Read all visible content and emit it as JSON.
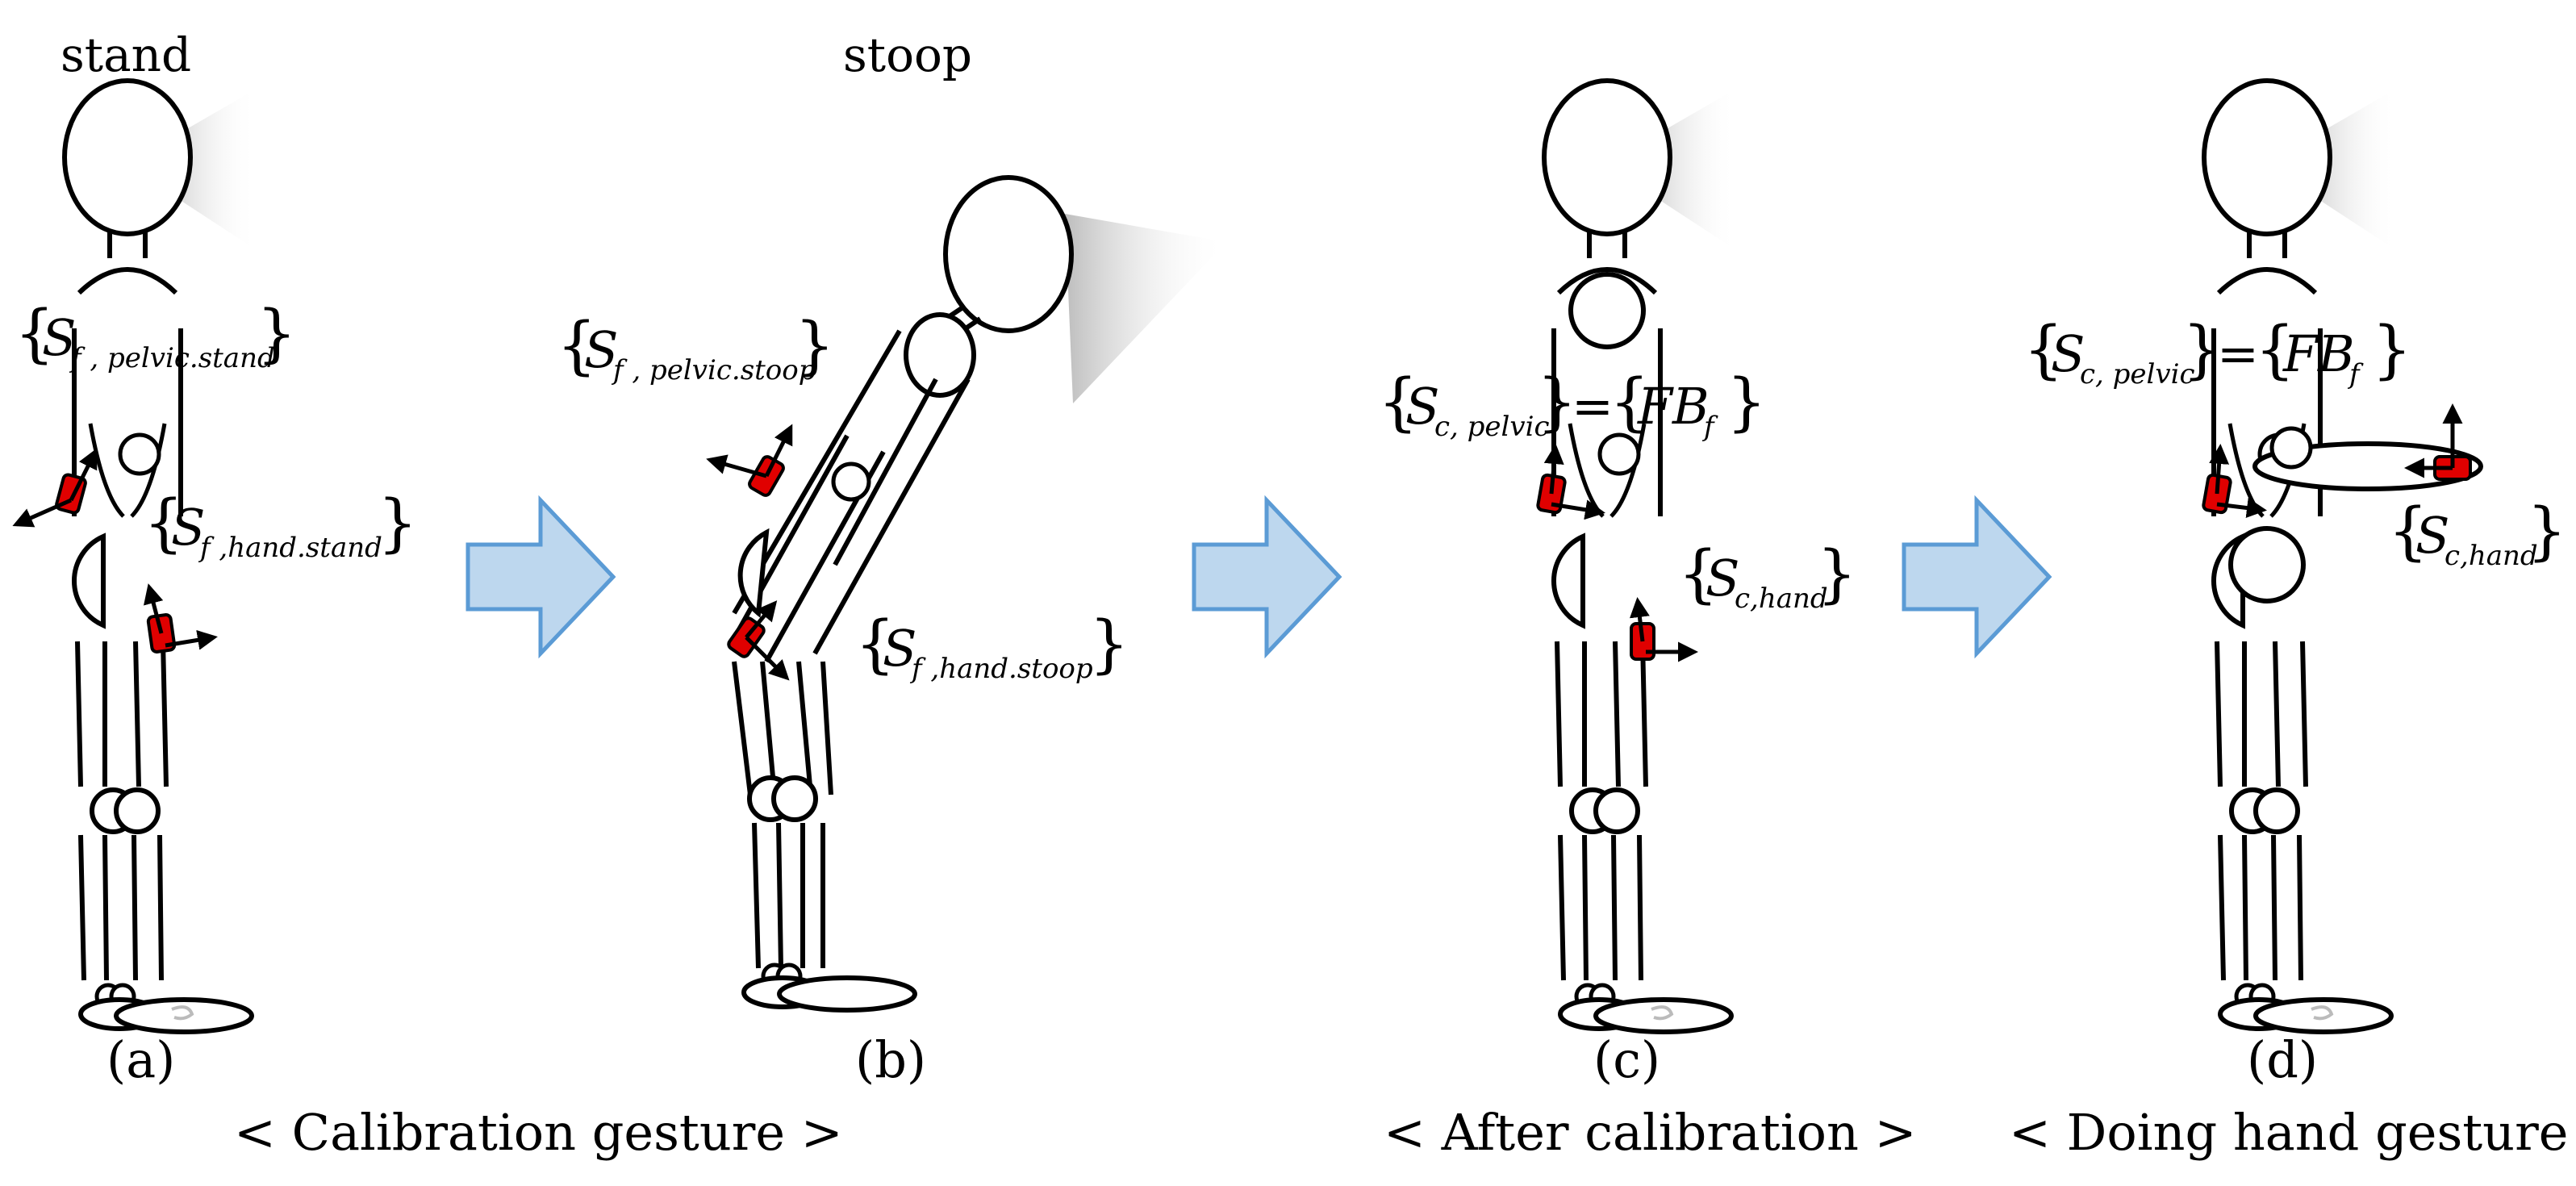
{
  "figure": {
    "panels": [
      {
        "label": "(a)",
        "pose": "stand"
      },
      {
        "label": "(b)",
        "pose": "stoop"
      },
      {
        "label": "(c)"
      },
      {
        "label": "(d)"
      }
    ],
    "captions": {
      "calibration": "< Calibration gesture >",
      "after": "< After calibration >",
      "doing": "< Doing hand gesture >"
    },
    "frames": {
      "a_pelvic": {
        "base": "S",
        "sub": "f , pelvic.stand"
      },
      "a_hand": {
        "base": "S",
        "sub": "f ,hand.stand"
      },
      "b_pelvic": {
        "base": "S",
        "sub": "f , pelvic.stoop"
      },
      "b_hand": {
        "base": "S",
        "sub": "f ,hand.stoop"
      },
      "c_pelvic": {
        "base": "S",
        "sub": "c, pelvic",
        "rhs_base": "FB",
        "rhs_sub": "f"
      },
      "c_hand": {
        "base": "S",
        "sub": "c,hand"
      },
      "d_pelvic": {
        "base": "S",
        "sub": "c, pelvic",
        "rhs_base": "FB",
        "rhs_sub": "f"
      },
      "d_hand": {
        "base": "S",
        "sub": "c,hand"
      }
    },
    "colors": {
      "arrow_fill": "#bdd7ee",
      "arrow_stroke": "#5b9bd5",
      "sensor": "#e00000"
    }
  }
}
